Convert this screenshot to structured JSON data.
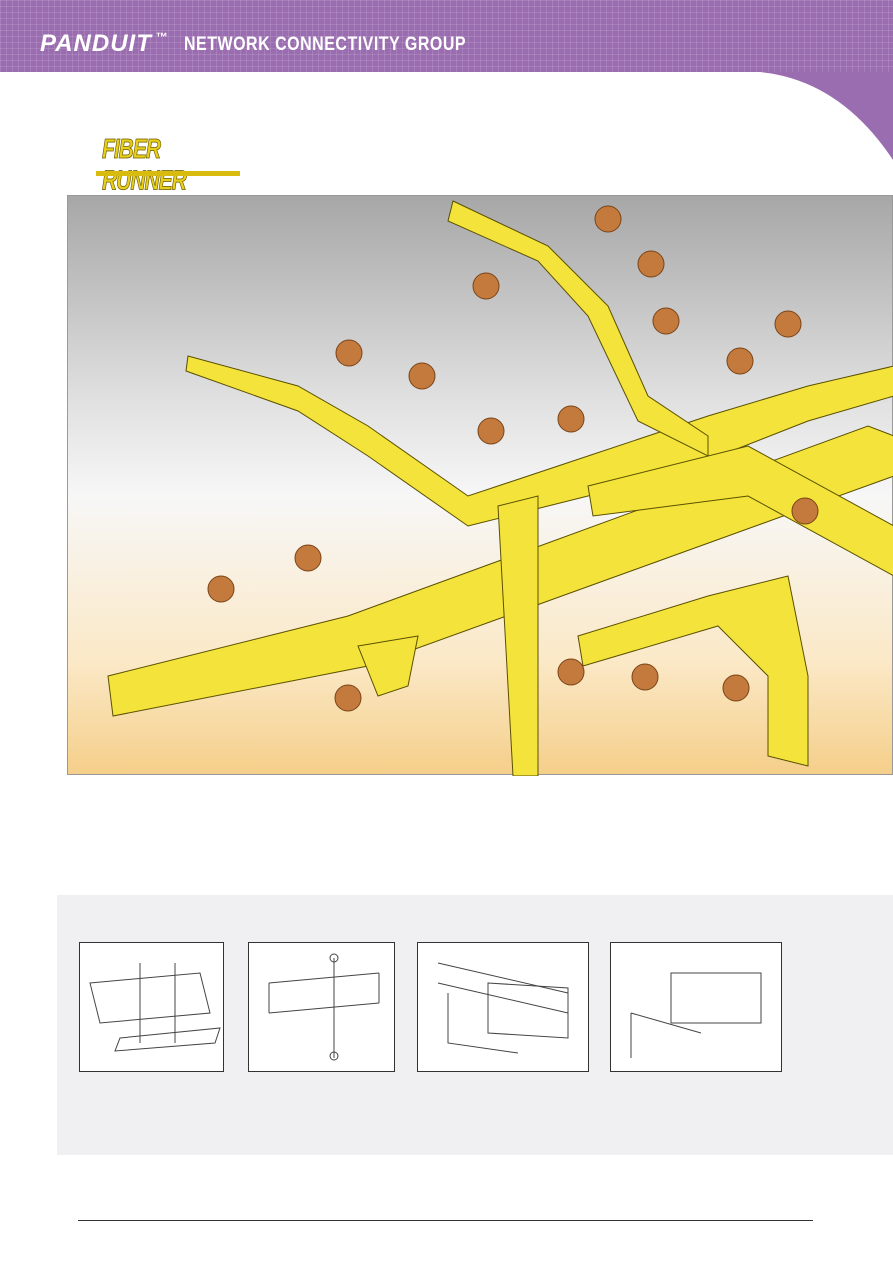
{
  "header": {
    "brand": "PANDUIT",
    "trademark": "™",
    "group": "NETWORK CONNECTIVITY GROUP"
  },
  "logo": {
    "text": "FIBER RUNNER"
  },
  "colors": {
    "banner": "#9a6cb0",
    "duct": "#f4e33a",
    "callout": "#c47a3c"
  },
  "illustration": {
    "callout_count": 17
  },
  "accessories": {
    "items": [
      "threaded-rod-bracket",
      "trapeze-support",
      "wall-bracket-left",
      "wall-bracket-right"
    ]
  }
}
